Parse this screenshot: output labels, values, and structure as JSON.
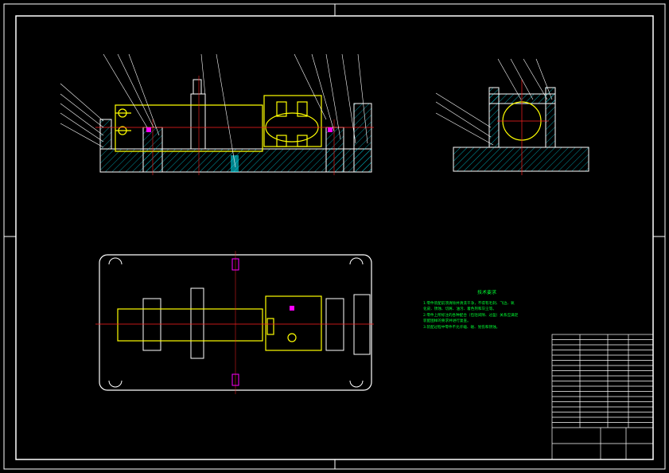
{
  "drawing": {
    "colors": {
      "background": "#000000",
      "outline": "#ffffff",
      "centerline": "#ff2020",
      "hatch": "#00d8e8",
      "fixture": "#ffff00",
      "leader": "#ffffff",
      "notes": "#00ff33",
      "highlight": "#ff00ff"
    },
    "views": [
      "front-section-view",
      "side-section-view",
      "top-plan-view"
    ],
    "title_block": {
      "parts_list_rows": 18
    }
  },
  "notes": {
    "title": "技术要求",
    "lines": [
      "1.零件装配前须清除并清洗干净，不得有毛刺、飞边、氧",
      "化皮、锈蚀、切屑、油污、着色剂和灰尘等。",
      "2.零件上所标注的各种配合（包括间隙、过盈）关系应满足",
      "装配图样的要求并进行复查。",
      "3.装配过程中零件不允许磕、碰、划伤和锈蚀。"
    ]
  }
}
